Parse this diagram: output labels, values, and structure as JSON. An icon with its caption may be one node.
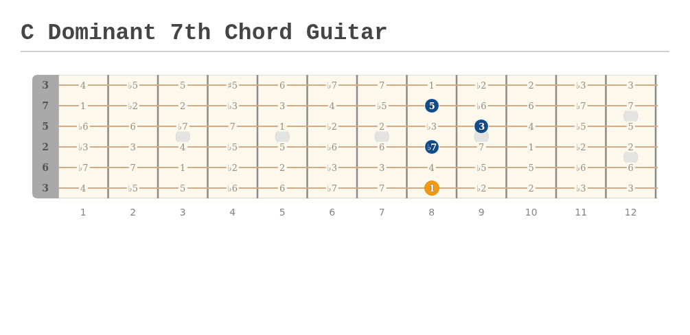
{
  "diagram": {
    "title": "C Dominant 7th Chord Guitar",
    "nodes": [
      {
        "text": [
          "5"
        ]
      },
      {
        "text": [
          "3"
        ]
      },
      {
        "text": [
          "♭7"
        ]
      },
      {
        "text": [
          "1"
        ]
      }
    ],
    "labels": [
      "3",
      "4",
      "♭5",
      "5",
      "♯5",
      "6",
      "♭7",
      "7",
      "1",
      "♭2",
      "2",
      "♭3",
      "3",
      "7",
      "1",
      "♭2",
      "2",
      "♭3",
      "3",
      "4",
      "♭5",
      "♭6",
      "6",
      "♭7",
      "7",
      "5",
      "♭6",
      "6",
      "♭7",
      "7",
      "1",
      "♭2",
      "2",
      "♭3",
      "4",
      "♭5",
      "5",
      "2",
      "♭3",
      "3",
      "4",
      "♭5",
      "5",
      "♭6",
      "6",
      "7",
      "1",
      "♭2",
      "2",
      "6",
      "♭7",
      "7",
      "1",
      "♭2",
      "2",
      "♭3",
      "3",
      "4",
      "♭5",
      "5",
      "♭6",
      "6",
      "3",
      "4",
      "♭5",
      "5",
      "♭6",
      "6",
      "♭7",
      "7",
      "♭2",
      "2",
      "♭3",
      "3",
      "1",
      "2",
      "3",
      "4",
      "5",
      "6",
      "7",
      "8",
      "9",
      "10",
      "11",
      "12"
    ]
  }
}
